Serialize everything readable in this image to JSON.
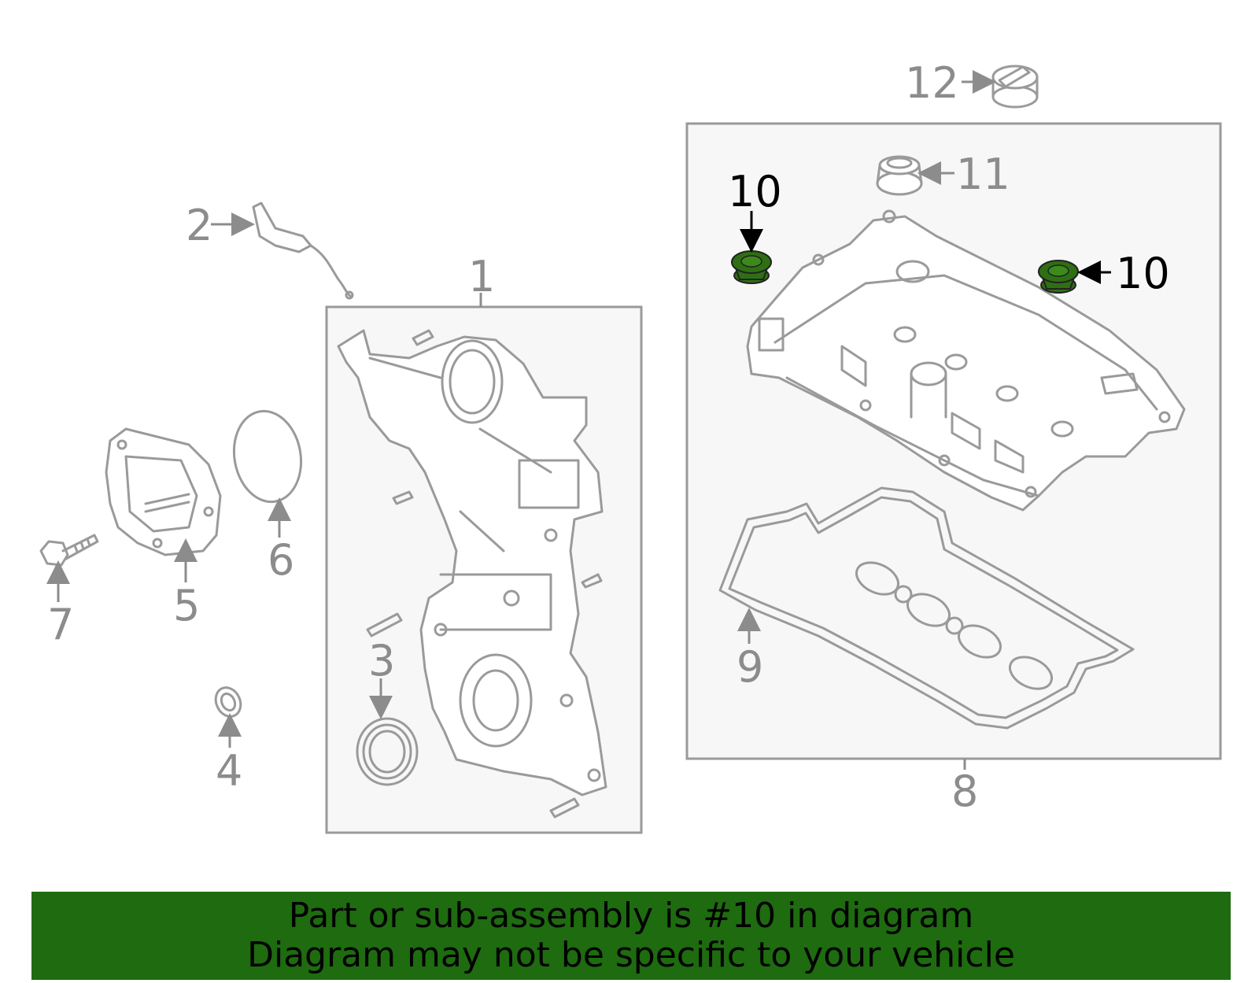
{
  "callouts": {
    "c1": "1",
    "c2": "2",
    "c3": "3",
    "c4": "4",
    "c5": "5",
    "c6": "6",
    "c7": "7",
    "c8": "8",
    "c9": "9",
    "c10a": "10",
    "c10b": "10",
    "c11": "11",
    "c12": "12"
  },
  "highlight": {
    "part_number": "10",
    "part_color": "#2f6f14",
    "banner_color": "#1e6b10"
  },
  "banner": {
    "line1": "Part or sub-assembly is #10 in diagram",
    "line2": "Diagram may not be specific to your vehicle"
  }
}
